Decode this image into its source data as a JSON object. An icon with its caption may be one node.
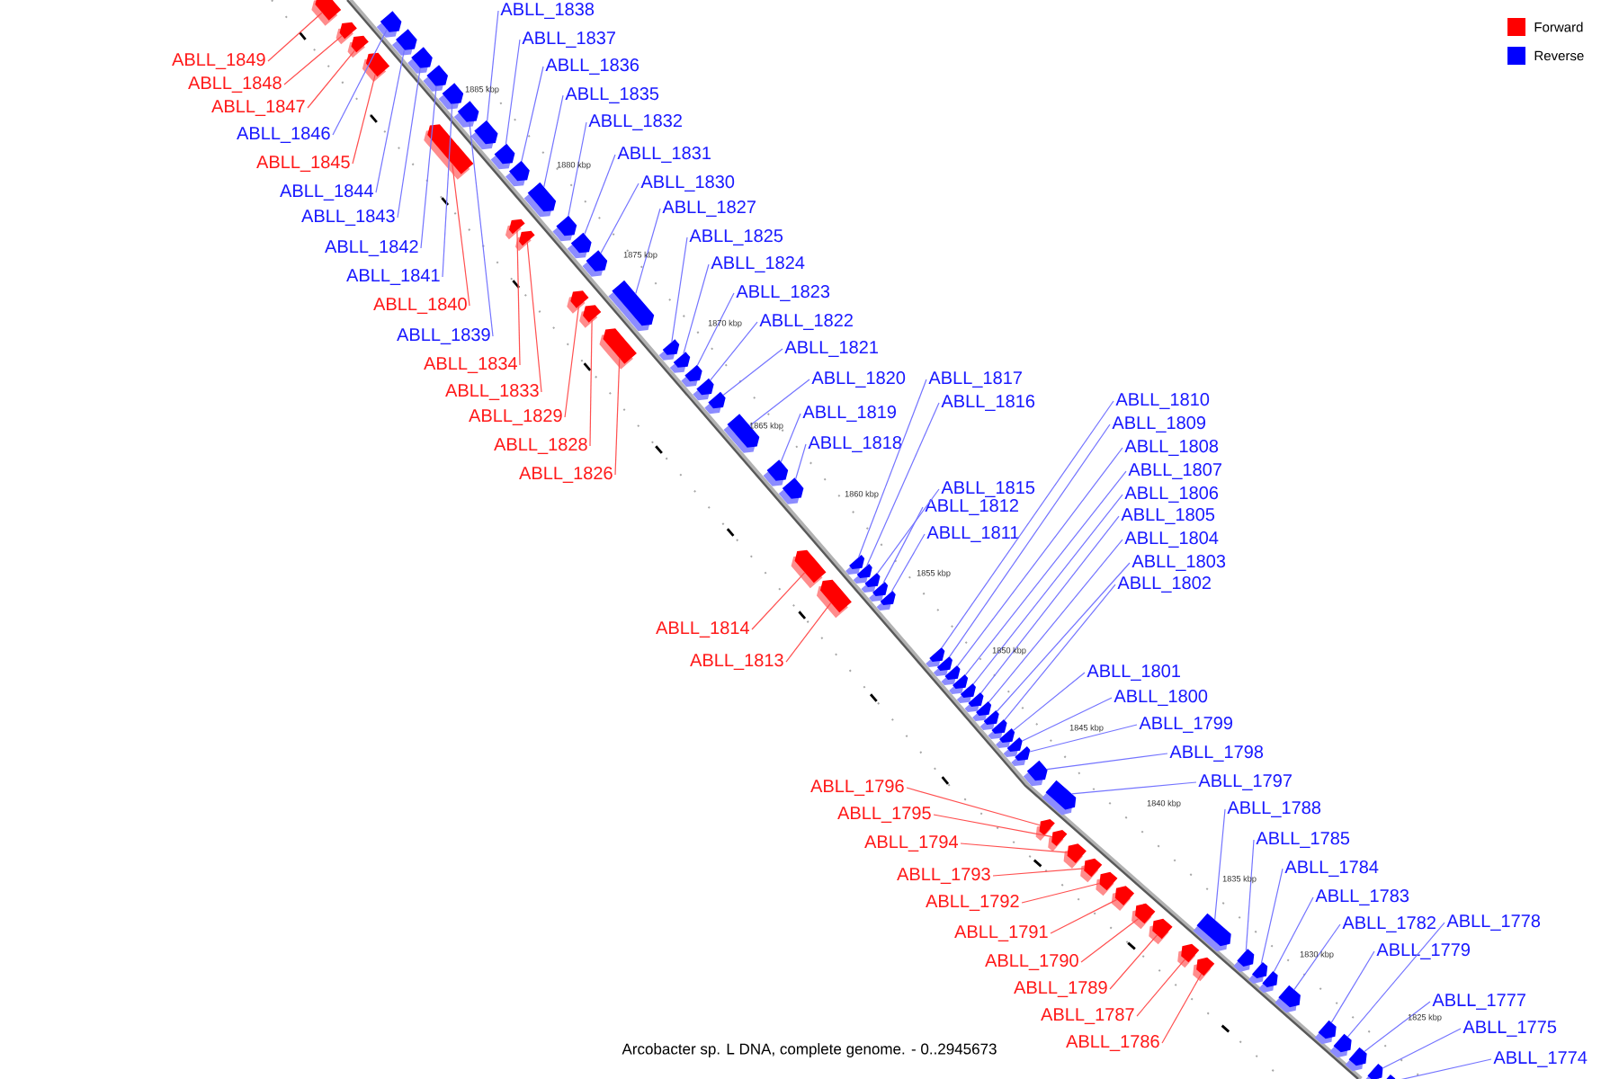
{
  "diagram": {
    "caption": "Arcobacter sp. L DNA, complete genome. - 0..2945673",
    "nodes": [
      {
        "text": [
          "ABLL_1849"
        ]
      },
      {
        "text": [
          "ABLL_1848"
        ]
      },
      {
        "text": [
          "ABLL_1847"
        ]
      },
      {
        "text": [
          "ABLL_1846"
        ]
      },
      {
        "text": [
          "ABLL_1845"
        ]
      },
      {
        "text": [
          "ABLL_1844"
        ]
      },
      {
        "text": [
          "ABLL_1843"
        ]
      },
      {
        "text": [
          "ABLL_1842"
        ]
      },
      {
        "text": [
          "ABLL_1841"
        ]
      },
      {
        "text": [
          "ABLL_1840"
        ]
      },
      {
        "text": [
          "ABLL_1839"
        ]
      },
      {
        "text": [
          "ABLL_1838"
        ]
      },
      {
        "text": [
          "ABLL_1837"
        ]
      },
      {
        "text": [
          "ABLL_1836"
        ]
      },
      {
        "text": [
          "ABLL_1835"
        ]
      },
      {
        "text": [
          "ABLL_1834"
        ]
      },
      {
        "text": [
          "ABLL_1833"
        ]
      },
      {
        "text": [
          "ABLL_1832"
        ]
      },
      {
        "text": [
          "ABLL_1831"
        ]
      },
      {
        "text": [
          "ABLL_1830"
        ]
      },
      {
        "text": [
          "ABLL_1829"
        ]
      },
      {
        "text": [
          "ABLL_1828"
        ]
      },
      {
        "text": [
          "ABLL_1827"
        ]
      },
      {
        "text": [
          "ABLL_1826"
        ]
      },
      {
        "text": [
          "ABLL_1825"
        ]
      },
      {
        "text": [
          "ABLL_1824"
        ]
      },
      {
        "text": [
          "ABLL_1823"
        ]
      },
      {
        "text": [
          "ABLL_1822"
        ]
      },
      {
        "text": [
          "ABLL_1821"
        ]
      },
      {
        "text": [
          "ABLL_1820"
        ]
      },
      {
        "text": [
          "ABLL_1819"
        ]
      },
      {
        "text": [
          "ABLL_1818"
        ]
      },
      {
        "text": [
          "ABLL_1817"
        ]
      },
      {
        "text": [
          "ABLL_1816"
        ]
      },
      {
        "text": [
          "ABLL_1815"
        ]
      },
      {
        "text": [
          "ABLL_1814"
        ]
      },
      {
        "text": [
          "ABLL_1813"
        ]
      },
      {
        "text": [
          "ABLL_1812"
        ]
      },
      {
        "text": [
          "ABLL_1811"
        ]
      },
      {
        "text": [
          "ABLL_1810"
        ]
      },
      {
        "text": [
          "ABLL_1809"
        ]
      },
      {
        "text": [
          "ABLL_1808"
        ]
      },
      {
        "text": [
          "ABLL_1807"
        ]
      },
      {
        "text": [
          "ABLL_1806"
        ]
      },
      {
        "text": [
          "ABLL_1805"
        ]
      },
      {
        "text": [
          "ABLL_1804"
        ]
      },
      {
        "text": [
          "ABLL_1803"
        ]
      },
      {
        "text": [
          "ABLL_1802"
        ]
      },
      {
        "text": [
          "ABLL_1801"
        ]
      },
      {
        "text": [
          "ABLL_1800"
        ]
      },
      {
        "text": [
          "ABLL_1799"
        ]
      },
      {
        "text": [
          "ABLL_1798"
        ]
      },
      {
        "text": [
          "ABLL_1797"
        ]
      },
      {
        "text": [
          "ABLL_1796"
        ]
      },
      {
        "text": [
          "ABLL_1795"
        ]
      },
      {
        "text": [
          "ABLL_1794"
        ]
      },
      {
        "text": [
          "ABLL_1793"
        ]
      },
      {
        "text": [
          "ABLL_1792"
        ]
      },
      {
        "text": [
          "ABLL_1791"
        ]
      },
      {
        "text": [
          "ABLL_1790"
        ]
      },
      {
        "text": [
          "ABLL_1789"
        ]
      },
      {
        "text": [
          "ABLL_1788"
        ]
      },
      {
        "text": [
          "ABLL_1787"
        ]
      },
      {
        "text": [
          "ABLL_1786"
        ]
      },
      {
        "text": [
          "ABLL_1785"
        ]
      },
      {
        "text": [
          "ABLL_1784"
        ]
      },
      {
        "text": [
          "ABLL_1783"
        ]
      },
      {
        "text": [
          "ABLL_1782"
        ]
      },
      {
        "text": [
          "ABLL_1779"
        ]
      },
      {
        "text": [
          "ABLL_1778"
        ]
      },
      {
        "text": [
          "ABLL_1777"
        ]
      },
      {
        "text": [
          "ABLL_1775"
        ]
      },
      {
        "text": [
          "ABLL_1774"
        ]
      },
      {
        "text": [],
        "shape": "pentagon"
      },
      {
        "text": [],
        "shape": "pentagon"
      },
      {
        "text": [],
        "shape": "pentagon"
      },
      {
        "text": [],
        "shape": "pentagon"
      },
      {
        "text": [],
        "shape": "pentagon"
      },
      {
        "text": [],
        "shape": "pentagon"
      },
      {
        "text": [],
        "shape": "pentagon"
      },
      {
        "text": [],
        "shape": "pentagon"
      },
      {
        "text": [],
        "shape": "pentagon"
      },
      {
        "text": [],
        "shape": "pentagon"
      },
      {
        "text": [],
        "shape": "pentagon"
      },
      {
        "text": [],
        "shape": "pentagon"
      },
      {
        "text": [],
        "shape": "pentagon"
      },
      {
        "text": [],
        "shape": "pentagon"
      },
      {
        "text": [],
        "shape": "pentagon"
      },
      {
        "text": [],
        "shape": "pentagon"
      },
      {
        "text": [],
        "shape": "pentagon"
      },
      {
        "text": [],
        "shape": "pentagon"
      },
      {
        "text": [],
        "shape": "pentagon"
      },
      {
        "text": [],
        "shape": "pentagon"
      },
      {
        "text": [],
        "shape": "pentagon"
      },
      {
        "text": [],
        "shape": "pentagon"
      },
      {
        "text": [],
        "shape": "pentagon"
      },
      {
        "text": [],
        "shape": "pentagon"
      },
      {
        "text": [],
        "shape": "pentagon"
      },
      {
        "text": [],
        "shape": "pentagon"
      },
      {
        "text": [],
        "shape": "pentagon"
      },
      {
        "text": [],
        "shape": "pentagon"
      },
      {
        "text": [],
        "shape": "pentagon"
      },
      {
        "text": [],
        "shape": "pentagon"
      },
      {
        "text": [],
        "shape": "pentagon"
      },
      {
        "text": [],
        "shape": "pentagon"
      },
      {
        "text": [],
        "shape": "pentagon"
      },
      {
        "text": [],
        "shape": "pentagon"
      },
      {
        "text": [],
        "shape": "pentagon"
      },
      {
        "text": [],
        "shape": "pentagon"
      },
      {
        "text": [],
        "shape": "pentagon"
      },
      {
        "text": [],
        "shape": "pentagon"
      },
      {
        "text": [],
        "shape": "pentagon"
      },
      {
        "text": [],
        "shape": "pentagon"
      },
      {
        "text": [],
        "shape": "pentagon"
      },
      {
        "text": [],
        "shape": "pentagon"
      },
      {
        "text": [],
        "shape": "pentagon"
      },
      {
        "text": [],
        "shape": "pentagon"
      },
      {
        "text": [],
        "shape": "pentagon"
      },
      {
        "text": [],
        "shape": "pentagon"
      },
      {
        "text": [],
        "shape": "pentagon"
      },
      {
        "text": [],
        "shape": "pentagon"
      },
      {
        "text": [],
        "shape": "pentagon"
      },
      {
        "text": [],
        "shape": "pentagon"
      },
      {
        "text": [],
        "shape": "pentagon"
      },
      {
        "text": [],
        "shape": "pentagon"
      },
      {
        "text": [],
        "shape": "pentagon"
      },
      {
        "text": [],
        "shape": "pentagon"
      },
      {
        "text": [],
        "shape": "pentagon"
      },
      {
        "text": [],
        "shape": "pentagon"
      },
      {
        "text": [],
        "shape": "pentagon"
      },
      {
        "text": [],
        "shape": "pentagon"
      },
      {
        "text": [],
        "shape": "pentagon"
      },
      {
        "text": [],
        "shape": "pentagon"
      },
      {
        "text": [],
        "shape": "pentagon"
      },
      {
        "text": [],
        "shape": "pentagon"
      },
      {
        "text": [],
        "shape": "pentagon"
      },
      {
        "text": [],
        "shape": "pentagon"
      },
      {
        "text": [],
        "shape": "pentagon"
      },
      {
        "text": [],
        "shape": "pentagon"
      },
      {
        "text": [],
        "shape": "pentagon"
      },
      {
        "text": [],
        "shape": "pentagon"
      },
      {
        "text": [],
        "shape": "pentagon"
      },
      {
        "text": [],
        "shape": "pentagon"
      },
      {
        "text": [],
        "shape": "pentagon"
      },
      {
        "text": [],
        "shape": "pentagon"
      },
      {
        "text": [],
        "shape": "pentagon"
      }
    ],
    "edges": [
      {
        "from": 0,
        "to": 73,
        "arrow": "none",
        "color": "#ff3030"
      },
      {
        "from": 1,
        "to": 74,
        "arrow": "none",
        "color": "#ff3030"
      },
      {
        "from": 2,
        "to": 75,
        "arrow": "none",
        "color": "#ff3030"
      },
      {
        "from": 3,
        "to": 140,
        "arrow": "none"
      },
      {
        "from": 4,
        "to": 76,
        "arrow": "none",
        "color": "#ff3030"
      },
      {
        "from": 5,
        "to": 141,
        "arrow": "none"
      },
      {
        "from": 6,
        "to": 142,
        "arrow": "none"
      },
      {
        "from": 7,
        "to": 143,
        "arrow": "none"
      },
      {
        "from": 8,
        "to": 144,
        "arrow": "none"
      },
      {
        "from": 9,
        "to": 77,
        "arrow": "none",
        "color": "#ff3030"
      },
      {
        "from": 10,
        "to": 145,
        "arrow": "none"
      },
      {
        "from": 11,
        "to": 78,
        "arrow": "none"
      },
      {
        "from": 12,
        "to": 79,
        "arrow": "none"
      },
      {
        "from": 13,
        "to": 80,
        "arrow": "none"
      },
      {
        "from": 14,
        "to": 81,
        "arrow": "none"
      },
      {
        "from": 15,
        "to": 82,
        "arrow": "none",
        "color": "#ff3030"
      },
      {
        "from": 16,
        "to": 83,
        "arrow": "none",
        "color": "#ff3030"
      },
      {
        "from": 17,
        "to": 84,
        "arrow": "none"
      },
      {
        "from": 18,
        "to": 85,
        "arrow": "none"
      },
      {
        "from": 19,
        "to": 86,
        "arrow": "none"
      },
      {
        "from": 20,
        "to": 87,
        "arrow": "none",
        "color": "#ff3030"
      },
      {
        "from": 21,
        "to": 88,
        "arrow": "none",
        "color": "#ff3030"
      },
      {
        "from": 22,
        "to": 89,
        "arrow": "none"
      },
      {
        "from": 23,
        "to": 90,
        "arrow": "none",
        "color": "#ff3030"
      },
      {
        "from": 24,
        "to": 91,
        "arrow": "none"
      },
      {
        "from": 25,
        "to": 92,
        "arrow": "none"
      },
      {
        "from": 26,
        "to": 93,
        "arrow": "none"
      },
      {
        "from": 27,
        "to": 94,
        "arrow": "none"
      },
      {
        "from": 28,
        "to": 95,
        "arrow": "none"
      },
      {
        "from": 29,
        "to": 96,
        "arrow": "none"
      },
      {
        "from": 30,
        "to": 97,
        "arrow": "none"
      },
      {
        "from": 31,
        "to": 98,
        "arrow": "none"
      },
      {
        "from": 32,
        "to": 99,
        "arrow": "none"
      },
      {
        "from": 33,
        "to": 100,
        "arrow": "none"
      },
      {
        "from": 34,
        "to": 101,
        "arrow": "none"
      },
      {
        "from": 35,
        "to": 102,
        "arrow": "none",
        "color": "#ff3030"
      },
      {
        "from": 36,
        "to": 103,
        "arrow": "none",
        "color": "#ff3030"
      },
      {
        "from": 37,
        "to": 104,
        "arrow": "none"
      },
      {
        "from": 38,
        "to": 105,
        "arrow": "none"
      },
      {
        "from": 39,
        "to": 106,
        "arrow": "none"
      },
      {
        "from": 40,
        "to": 107,
        "arrow": "none"
      },
      {
        "from": 41,
        "to": 108,
        "arrow": "none"
      },
      {
        "from": 42,
        "to": 109,
        "arrow": "none"
      },
      {
        "from": 43,
        "to": 110,
        "arrow": "none"
      },
      {
        "from": 44,
        "to": 111,
        "arrow": "none"
      },
      {
        "from": 45,
        "to": 112,
        "arrow": "none"
      },
      {
        "from": 46,
        "to": 113,
        "arrow": "none"
      },
      {
        "from": 47,
        "to": 114,
        "arrow": "none"
      },
      {
        "from": 48,
        "to": 115,
        "arrow": "none"
      },
      {
        "from": 49,
        "to": 116,
        "arrow": "none"
      },
      {
        "from": 50,
        "to": 117,
        "arrow": "none"
      },
      {
        "from": 51,
        "to": 118,
        "arrow": "none"
      },
      {
        "from": 52,
        "to": 119,
        "arrow": "none"
      },
      {
        "from": 53,
        "to": 120,
        "arrow": "none",
        "color": "#ff3030"
      },
      {
        "from": 54,
        "to": 121,
        "arrow": "none",
        "color": "#ff3030"
      },
      {
        "from": 55,
        "to": 122,
        "arrow": "none",
        "color": "#ff3030"
      },
      {
        "from": 56,
        "to": 123,
        "arrow": "none",
        "color": "#ff3030"
      },
      {
        "from": 57,
        "to": 124,
        "arrow": "none",
        "color": "#ff3030"
      },
      {
        "from": 58,
        "to": 125,
        "arrow": "none",
        "color": "#ff3030"
      },
      {
        "from": 59,
        "to": 126,
        "arrow": "none",
        "color": "#ff3030"
      },
      {
        "from": 60,
        "to": 127,
        "arrow": "none",
        "color": "#ff3030"
      },
      {
        "from": 61,
        "to": 128,
        "arrow": "none"
      },
      {
        "from": 62,
        "to": 129,
        "arrow": "none",
        "color": "#ff3030"
      },
      {
        "from": 63,
        "to": 130,
        "arrow": "none",
        "color": "#ff3030"
      },
      {
        "from": 64,
        "to": 131,
        "arrow": "none"
      },
      {
        "from": 65,
        "to": 132,
        "arrow": "none"
      },
      {
        "from": 66,
        "to": 133,
        "arrow": "none"
      },
      {
        "from": 67,
        "to": 134,
        "arrow": "none"
      },
      {
        "from": 68,
        "to": 135,
        "arrow": "none"
      },
      {
        "from": 69,
        "to": 136,
        "arrow": "none"
      },
      {
        "from": 70,
        "to": 137,
        "arrow": "none"
      },
      {
        "from": 71,
        "to": 138,
        "arrow": "none"
      },
      {
        "from": 72,
        "to": 139,
        "arrow": "none"
      }
    ],
    "labels": [
      "1885 kbp",
      "1880 kbp",
      "1875 kbp",
      "1870 kbp",
      "1865 kbp",
      "1860 kbp",
      "1855 kbp",
      "1850 kbp",
      "1845 kbp",
      "1840 kbp",
      "1835 kbp",
      "1830 kbp",
      "1825 kbp"
    ],
    "legend": [
      {
        "text": "Forward",
        "color": "#ff0000"
      },
      {
        "text": "Reverse",
        "color": "#0000ff"
      }
    ]
  }
}
